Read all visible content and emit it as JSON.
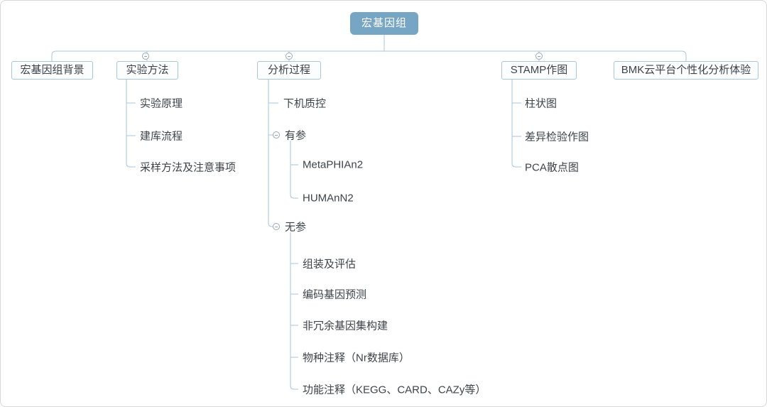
{
  "root": {
    "label": "宏基因组"
  },
  "branches": [
    {
      "label": "宏基因组背景"
    },
    {
      "label": "实验方法",
      "children": [
        {
          "label": "实验原理"
        },
        {
          "label": "建库流程"
        },
        {
          "label": "采样方法及注意事项"
        }
      ]
    },
    {
      "label": "分析过程",
      "children": [
        {
          "label": "下机质控"
        },
        {
          "label": "有参",
          "children": [
            {
              "label": "MetaPHIAn2"
            },
            {
              "label": "HUMAnN2"
            }
          ]
        },
        {
          "label": "无参",
          "children": [
            {
              "label": "组装及评估"
            },
            {
              "label": "编码基因预测"
            },
            {
              "label": "非冗余基因集构建"
            },
            {
              "label": "物种注释（Nr数据库）"
            },
            {
              "label": "功能注释（KEGG、CARD、CAZy等）"
            }
          ]
        }
      ]
    },
    {
      "label": "STAMP作图",
      "children": [
        {
          "label": "柱状图"
        },
        {
          "label": "差异检验作图"
        },
        {
          "label": "PCA散点图"
        }
      ]
    },
    {
      "label": "BMK云平台个性化分析体验"
    }
  ],
  "colors": {
    "root_fill": "#77a6c5",
    "root_text": "#ffffff",
    "node_border": "#a9c6da",
    "line": "#a8c6da",
    "text": "#3d4349"
  }
}
